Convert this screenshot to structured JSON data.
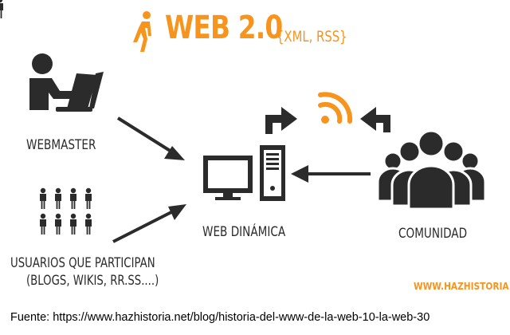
{
  "title": {
    "main": "WEB 2.0",
    "sub": "{XML, RSS}"
  },
  "nodes": {
    "webmaster": "WEBMASTER",
    "usuarios_line1": "USUARIOS QUE PARTICIPAN",
    "usuarios_line2": "(BLOGS, WIKIS, RR.SS....)",
    "web_dinamica": "WEB DINÁMICA",
    "comunidad": "COMUNIDAD"
  },
  "brand": "WWW.HAZHISTORIA.NET",
  "source": "Fuente: https://www.hazhistoria.net/blog/historia-del-www-de-la-web-10-la-web-30",
  "colors": {
    "accent": "#f7941d",
    "ink": "#2b2b2b"
  },
  "icons": [
    "person-walking-icon",
    "person-laptop-icon",
    "people-grid-icon",
    "computer-icon",
    "rss-icon",
    "crowd-icon"
  ]
}
